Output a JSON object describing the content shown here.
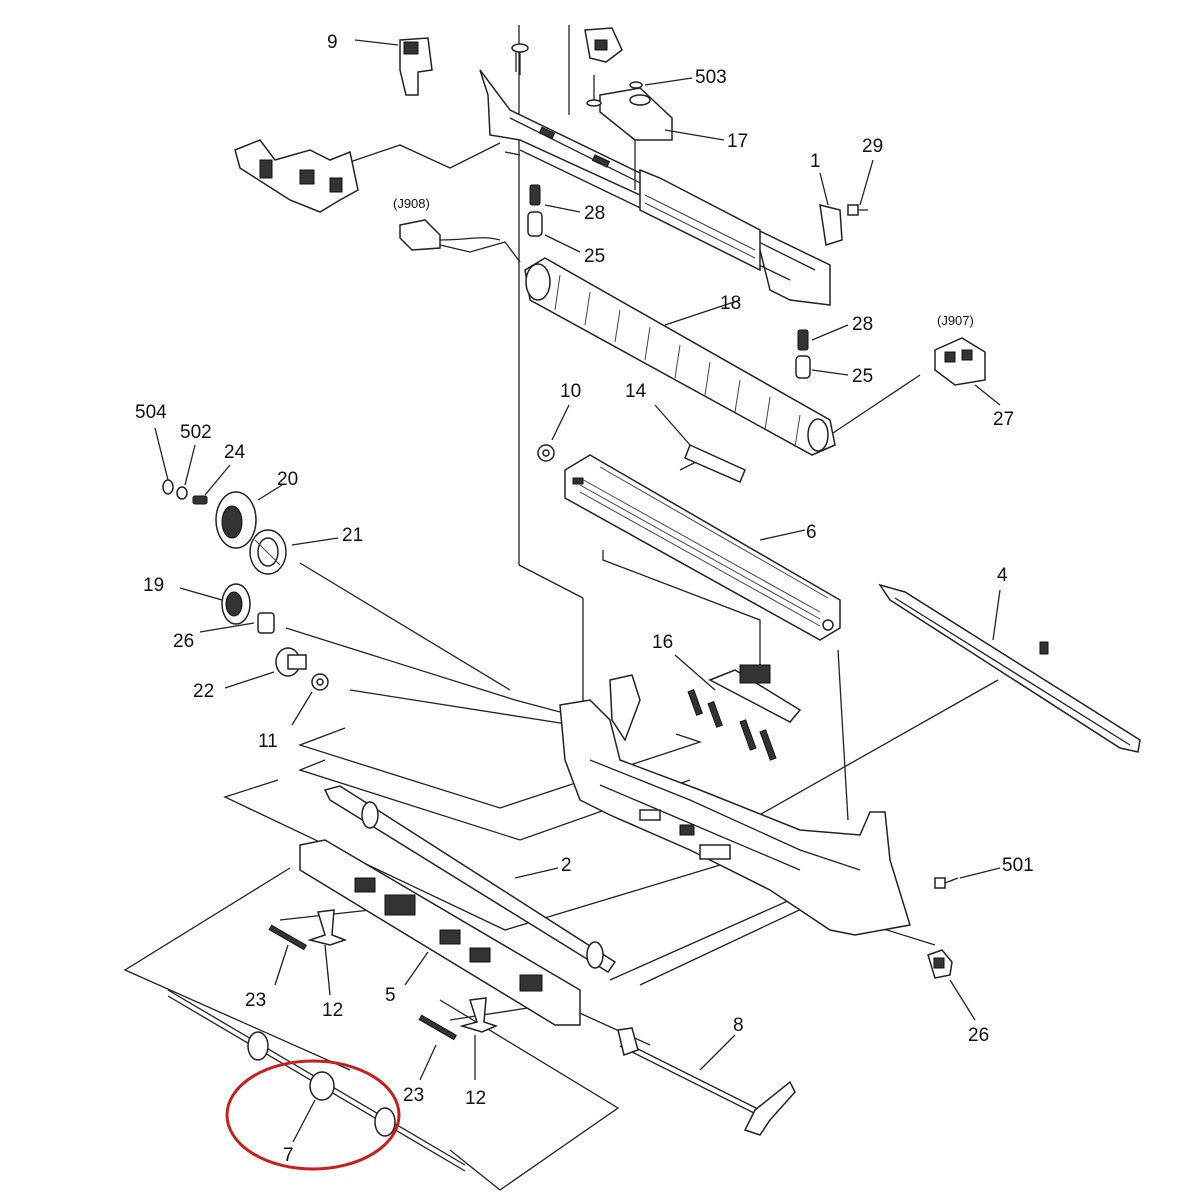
{
  "diagram": {
    "callouts": {
      "c9": "9",
      "c503": "503",
      "c17": "17",
      "c1": "1",
      "c29": "29",
      "c28a": "28",
      "c25a": "25",
      "c18": "18",
      "c28b": "28",
      "c25b": "25",
      "c27": "27",
      "c10": "10",
      "c14": "14",
      "c6": "6",
      "c504": "504",
      "c502": "502",
      "c24": "24",
      "c20": "20",
      "c21": "21",
      "c19": "19",
      "c26a": "26",
      "c22": "22",
      "c11": "11",
      "c16": "16",
      "c4": "4",
      "c2": "2",
      "c501": "501",
      "c23a": "23",
      "c12a": "12",
      "c5": "5",
      "c26b": "26",
      "c8": "8",
      "c23b": "23",
      "c12b": "12",
      "c7": "7"
    },
    "connectors": {
      "j908": "(J908)",
      "j907": "(J907)"
    },
    "highlight": {
      "part": "7",
      "color": "#c81e1e"
    }
  }
}
